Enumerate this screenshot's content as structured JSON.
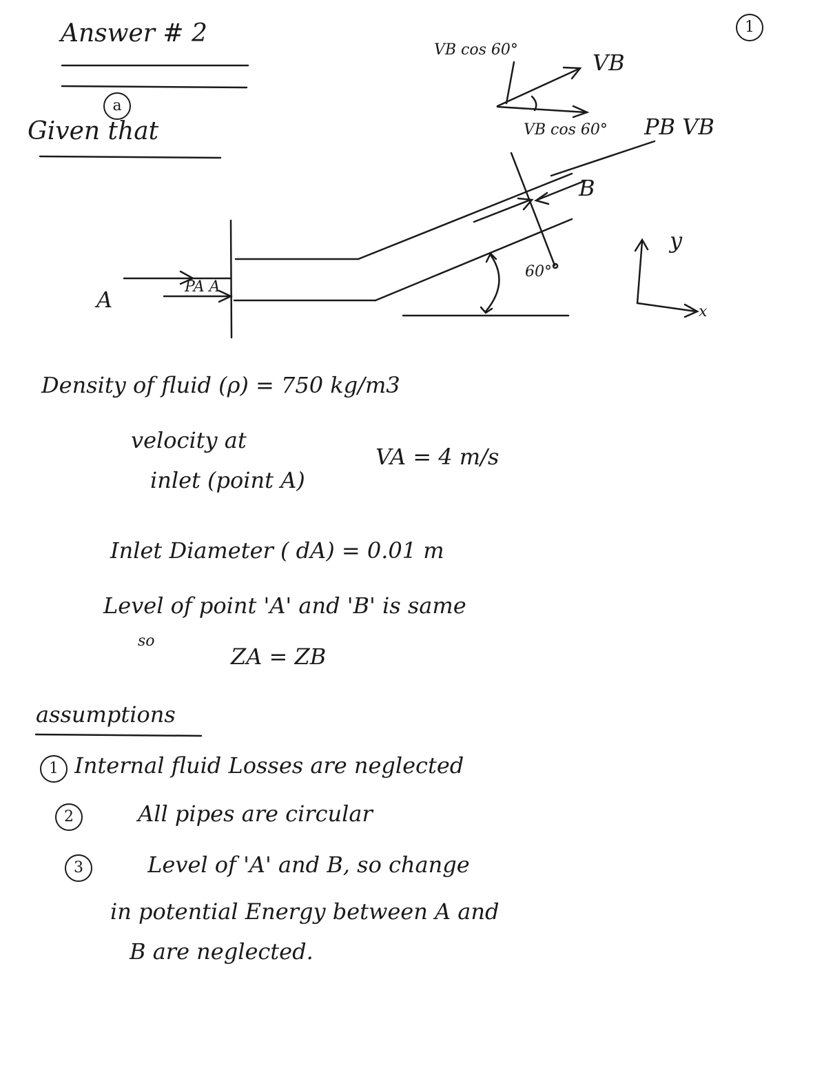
{
  "header": {
    "page_number": "1",
    "title": "Answer # 2",
    "part": "a",
    "given": "Given that"
  },
  "diagram": {
    "vb_cos_top": "VB cos 60°",
    "vb": "VB",
    "vb_cos_bottom": "VB cos 60°",
    "pb_vb": "PB VB",
    "point_b": "B",
    "angle": "60°",
    "axis_y": "y",
    "axis_x": "x",
    "point_a": "A",
    "pa_a": "PA A"
  },
  "given_values": {
    "density": "Density of fluid (ρ) = 750 kg/m3",
    "velocity_l1": "velocity at",
    "velocity_l2": "inlet (point A)",
    "velocity_value": "VA = 4 m/s",
    "diameter": "Inlet Diameter ( dA) = 0.01 m",
    "level": "Level of point 'A' and 'B' is same",
    "so": "so",
    "za_zb": "ZA = ZB"
  },
  "assumptions": {
    "heading": "assumptions",
    "items": [
      {
        "num": "1",
        "text": "Internal fluid Losses are neglected"
      },
      {
        "num": "2",
        "text": "All pipes are circular"
      },
      {
        "num": "3",
        "text": "Level of 'A' and B, so change"
      }
    ],
    "cont_1": "in potential Energy between A and",
    "cont_2": "B are neglected."
  }
}
